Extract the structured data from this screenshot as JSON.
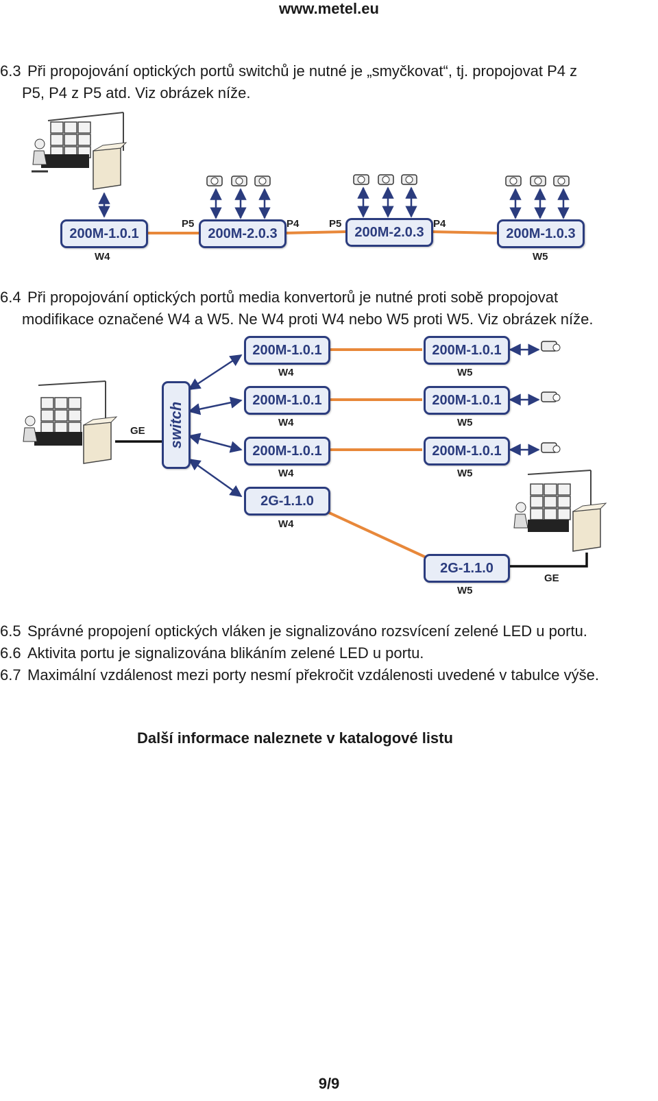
{
  "header": {
    "site": "www.metel.eu"
  },
  "sections": {
    "s63": {
      "num": "6.3",
      "line1": "Při propojování optických portů switchů je nutné je „smyčkovat“, tj. propojovat P4 z",
      "line2": "P5, P4 z P5 atd. Viz obrázek níže."
    },
    "s64": {
      "num": "6.4",
      "line1": "Při propojování optických portů media konvertorů je nutné proti sobě propojovat",
      "line2": "modifikace označené W4 a W5. Ne W4 proti W4 nebo W5 proti W5. Viz obrázek níže."
    },
    "s65": {
      "num": "6.5",
      "text": "Správné propojení optických vláken je signalizováno rozsvícení zelené LED u portu."
    },
    "s66": {
      "num": "6.6",
      "text": "Aktivita portu je signalizována blikáním zelené LED u portu."
    },
    "s67": {
      "num": "6.7",
      "text": "Maximální vzdálenost mezi porty nesmí překročit vzdálenosti uvedené v tabulce výše."
    }
  },
  "diagram1": {
    "boxes": [
      "200M-1.0.1",
      "200M-2.0.3",
      "200M-2.0.3",
      "200M-1.0.3"
    ],
    "ports": [
      "P5",
      "P4",
      "P5",
      "P4"
    ],
    "mods": [
      "W4",
      "W5"
    ]
  },
  "diagram2": {
    "left_boxes": [
      "200M-1.0.1",
      "200M-1.0.1",
      "200M-1.0.1",
      "2G-1.1.0"
    ],
    "left_mods": [
      "W4",
      "W4",
      "W4",
      "W4"
    ],
    "right_boxes": [
      "200M-1.0.1",
      "200M-1.0.1",
      "200M-1.0.1",
      "2G-1.1.0"
    ],
    "right_mods": [
      "W5",
      "W5",
      "W5",
      "W5"
    ],
    "switch": "switch",
    "ge_left": "GE",
    "ge_right": "GE"
  },
  "footer": {
    "more_info": "Další informace naleznete v katalogové listu",
    "page": "9/9"
  },
  "colors": {
    "fiber": "#e8883a",
    "box_border": "#2b3c7e",
    "box_fill": "#e8edf7"
  }
}
